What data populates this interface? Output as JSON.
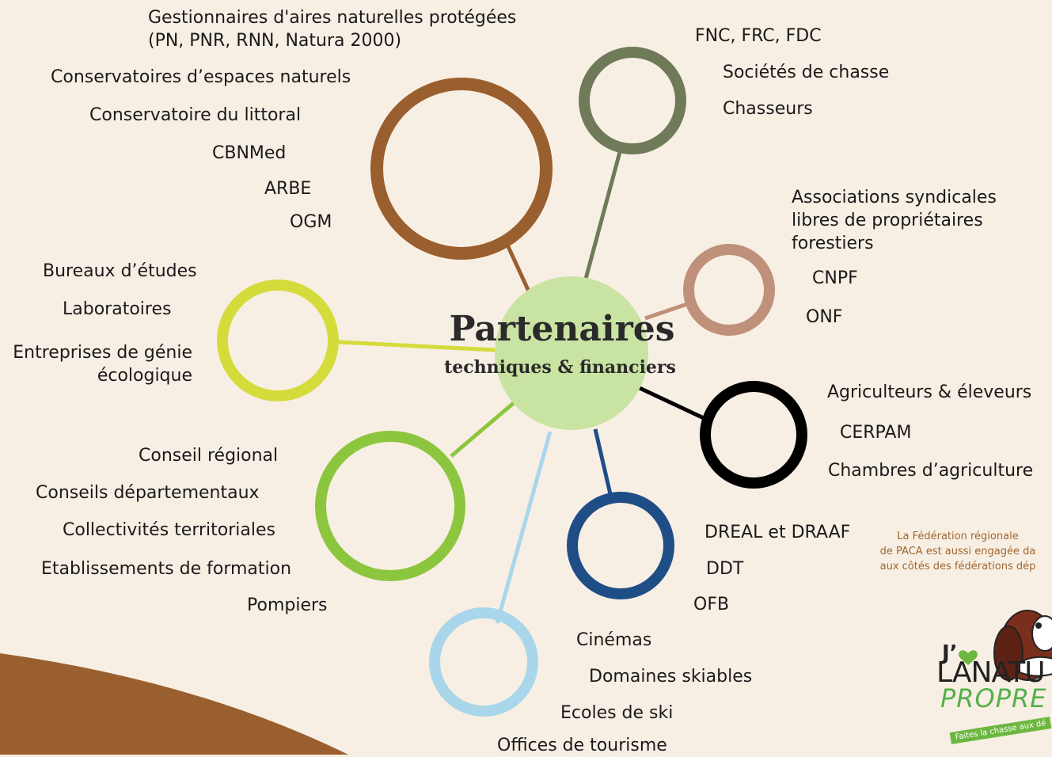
{
  "center": {
    "title": "Partenaires",
    "subtitle": "techniques & financiers"
  },
  "groups": {
    "protected_areas": {
      "color": "#9a5f2e",
      "items": [
        "Gestionnaires d'aires naturelles protégées\n(PN, PNR, RNN, Natura 2000)",
        "Conservatoires d’espaces naturels",
        "Conservatoire du littoral",
        "CBNMed",
        "ARBE",
        "OGM"
      ]
    },
    "hunting": {
      "color": "#6e7a58",
      "items": [
        "FNC, FRC, FDC",
        "Sociétés de chasse",
        "Chasseurs"
      ]
    },
    "forestry": {
      "color": "#c0917a",
      "items": [
        "Associations syndicales\nlibres de propriétaires\nforestiers",
        "CNPF",
        "ONF"
      ]
    },
    "agriculture": {
      "color": "#000000",
      "items": [
        "Agriculteurs & éleveurs",
        "CERPAM",
        "Chambres d’agriculture"
      ]
    },
    "state_services": {
      "color": "#1f4e87",
      "items": [
        "DREAL et DRAAF",
        "DDT",
        "OFB"
      ]
    },
    "tourism": {
      "color": "#a9d6ea",
      "items": [
        "Cinémas",
        "Domaines skiables",
        "Ecoles de ski",
        "Offices de tourisme"
      ]
    },
    "public_bodies": {
      "color": "#8cc63f",
      "items": [
        "Conseil régional",
        "Conseils départementaux",
        "Collectivités territoriales",
        "Etablissements de formation",
        "Pompiers"
      ]
    },
    "expertise": {
      "color": "#d4dc3c",
      "items": [
        "Bureaux d’études",
        "Laboratoires",
        "Entreprises de génie\nécologique"
      ]
    }
  },
  "note": "La Fédération régionale\nde PACA est aussi engagée da\naux côtés des fédérations dép",
  "logo": {
    "line1": "J’",
    "line2": "LANATU",
    "line3": "PROPRE",
    "tagline": "Faites la chasse aux dé",
    "heart_color": "#6cb73f"
  },
  "colors": {
    "background": "#f8efe4",
    "center_fill": "#c9e3a3",
    "corner_shape": "#9a5f2e",
    "note_text": "#a0652c"
  }
}
